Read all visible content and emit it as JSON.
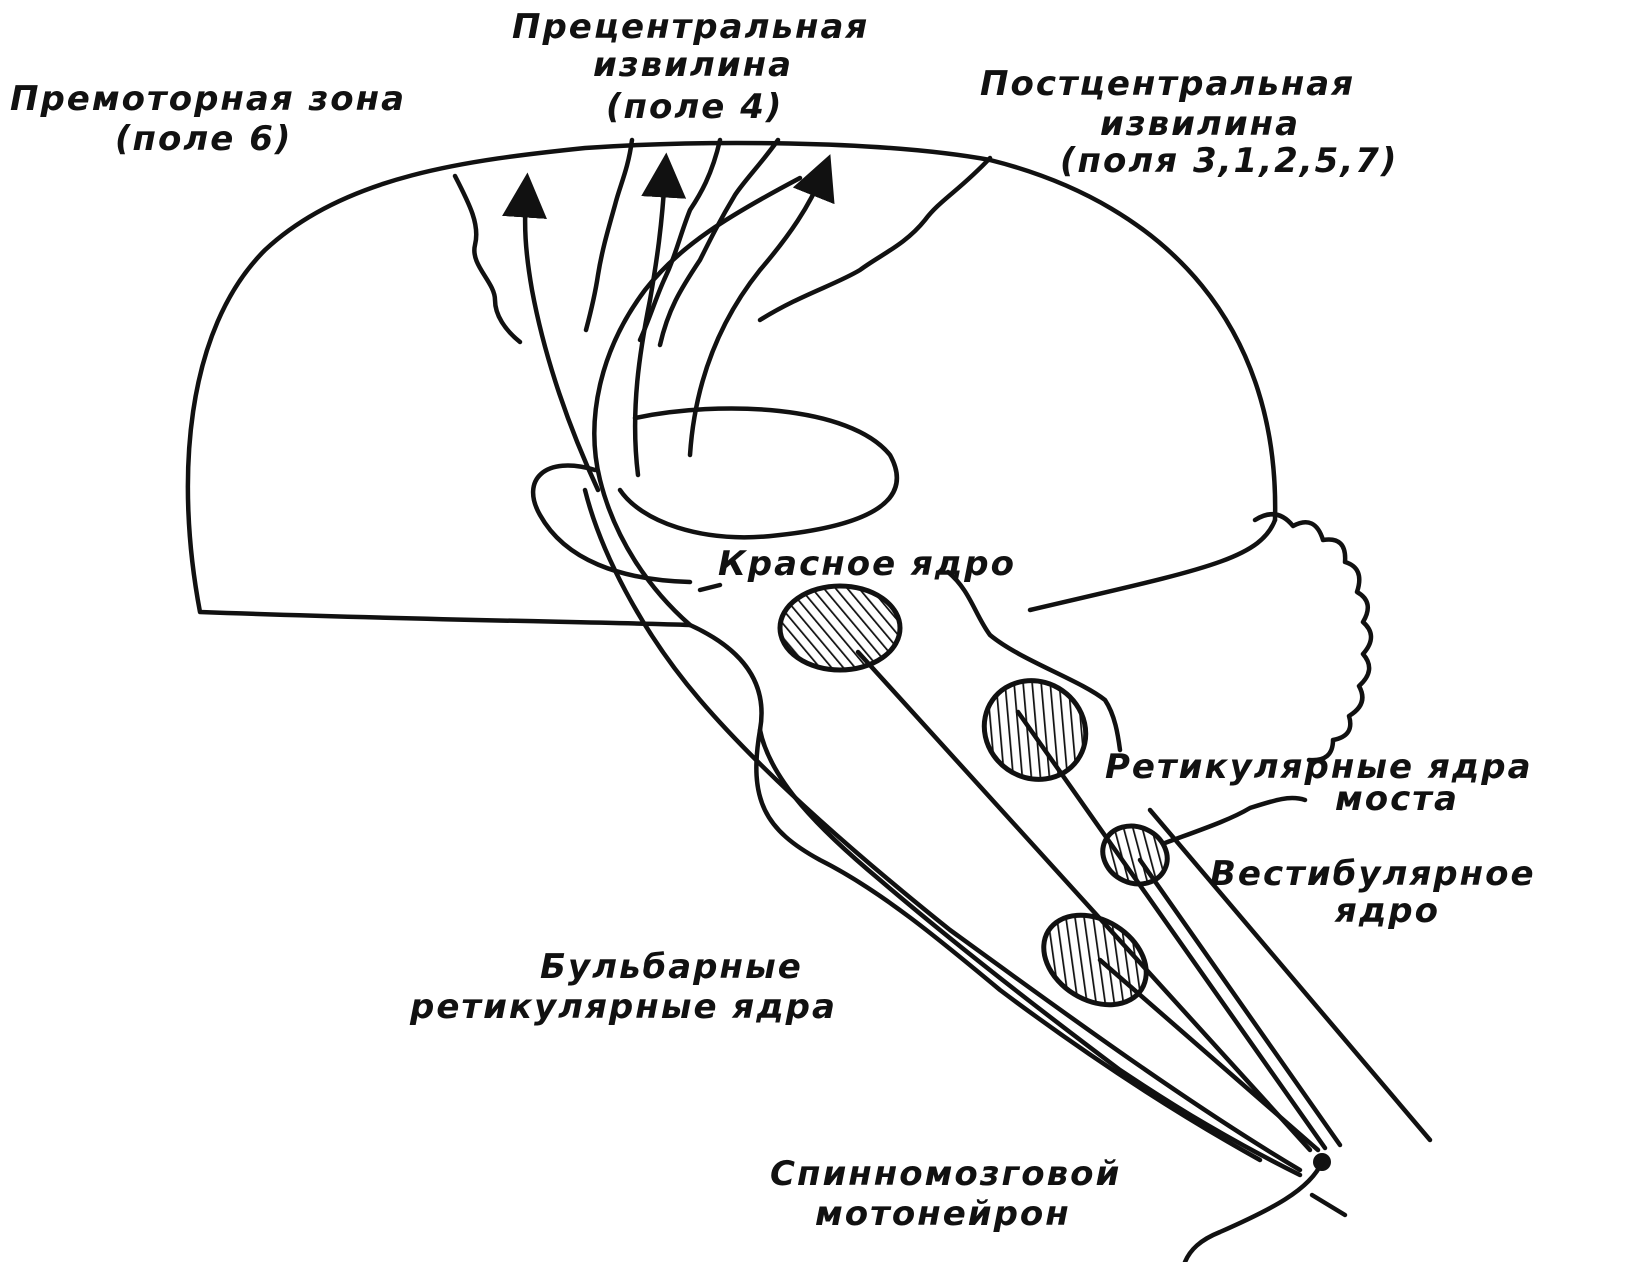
{
  "labels": {
    "premotor_line1": "Премоторная зона",
    "premotor_line2": "(поле 6)",
    "precentral_line1": "Прецентральная",
    "precentral_line2": "извилина",
    "precentral_line3": "(поле 4)",
    "postcentral_line1": "Постцентральная",
    "postcentral_line2": "извилина",
    "postcentral_line3": "(поля 3,1,2,5,7)",
    "red_nucleus": "Красное ядро",
    "pons_reticular_line1": "Ретикулярные ядра",
    "pons_reticular_line2": "моста",
    "vestibular_line1": "Вестибулярное",
    "vestibular_line2": "ядро",
    "bulbar_line1": "Бульбарные",
    "bulbar_line2": "ретикулярные ядра",
    "spinal_line1": "Спинномозговой",
    "spinal_line2": "мотонейрон"
  },
  "colors": {
    "ink": "#111111",
    "background": "#ffffff"
  }
}
